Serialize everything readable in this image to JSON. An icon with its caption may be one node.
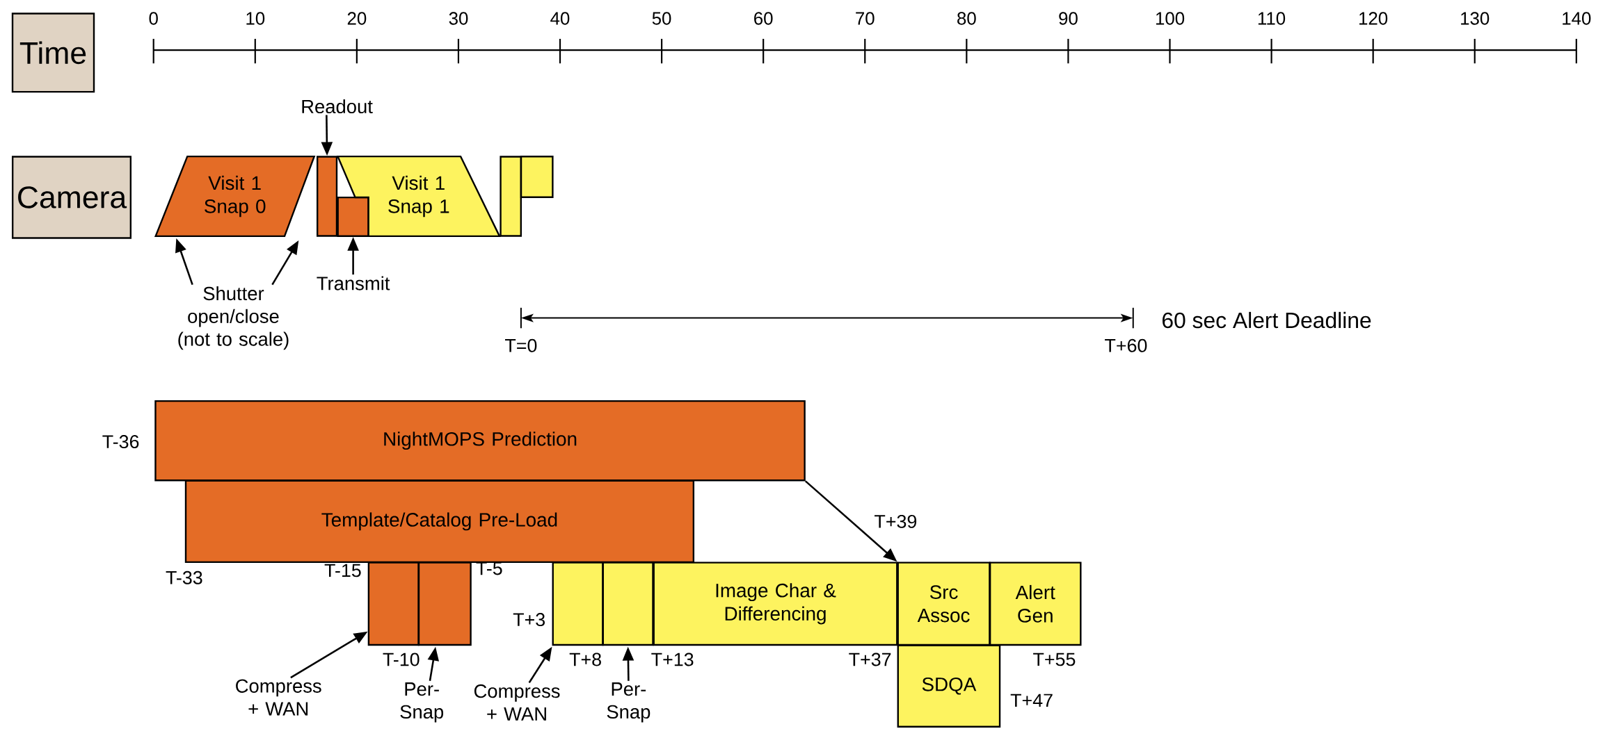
{
  "diagram": {
    "nodes": [
      {
        "text": [
          "Time"
        ]
      },
      {
        "text": [
          "Camera"
        ]
      },
      {
        "text": [
          "Visit 1 Snap 0"
        ]
      },
      {
        "text": [],
        "shape": "box"
      },
      {
        "text": [],
        "shape": "box"
      },
      {
        "text": [
          "Visit 1 Snap 1"
        ]
      },
      {
        "text": [],
        "shape": "box"
      },
      {
        "text": [],
        "shape": "box"
      },
      {
        "text": [
          "Readout"
        ]
      },
      {
        "text": [
          "Transmit"
        ]
      },
      {
        "text": [
          "Shutter open/close (not to scale)"
        ]
      },
      {
        "text": [
          "NightMOPS Prediction"
        ]
      },
      {
        "text": [
          "Template/Catalog Pre-Load"
        ]
      },
      {
        "text": [],
        "shape": "box"
      },
      {
        "text": [],
        "shape": "box"
      },
      {
        "text": [],
        "shape": "box"
      },
      {
        "text": [],
        "shape": "box"
      },
      {
        "text": [
          "Image Char & Differencing"
        ]
      },
      {
        "text": [
          "Src Assoc"
        ]
      },
      {
        "text": [
          "Alert Gen"
        ]
      },
      {
        "text": [
          "SDQA"
        ]
      },
      {
        "text": [
          "Compress + WAN"
        ]
      },
      {
        "text": [
          "Per- Snap"
        ]
      },
      {
        "text": [
          "Compress + WAN"
        ]
      },
      {
        "text": [
          "Per- Snap"
        ]
      }
    ],
    "edges": [
      {
        "from": 8,
        "to": 3,
        "arrow": "to"
      },
      {
        "from": 9,
        "to": 4,
        "arrow": "to"
      },
      {
        "from": 10,
        "to": 2,
        "arrow": "to"
      },
      {
        "from": 10,
        "to": 2,
        "arrow": "to"
      },
      {
        "from": 11,
        "to": 18,
        "arrow": "to"
      },
      {
        "from": 21,
        "to": 13,
        "arrow": "to"
      },
      {
        "from": 22,
        "to": 14,
        "arrow": "to"
      },
      {
        "from": 23,
        "to": 15,
        "arrow": "to"
      },
      {
        "from": 24,
        "to": 16,
        "arrow": "to"
      }
    ],
    "labels": [
      "0",
      "10",
      "20",
      "30",
      "40",
      "50",
      "60",
      "70",
      "80",
      "90",
      "100",
      "110",
      "120",
      "130",
      "140",
      "T=0",
      "T+60",
      "60 sec Alert Deadline",
      "T-36",
      "T+39",
      "T-33",
      "T-15",
      "T-5",
      "T+3",
      "T-10",
      "T+8",
      "T+13",
      "T+37",
      "T+55",
      "T+47"
    ]
  }
}
